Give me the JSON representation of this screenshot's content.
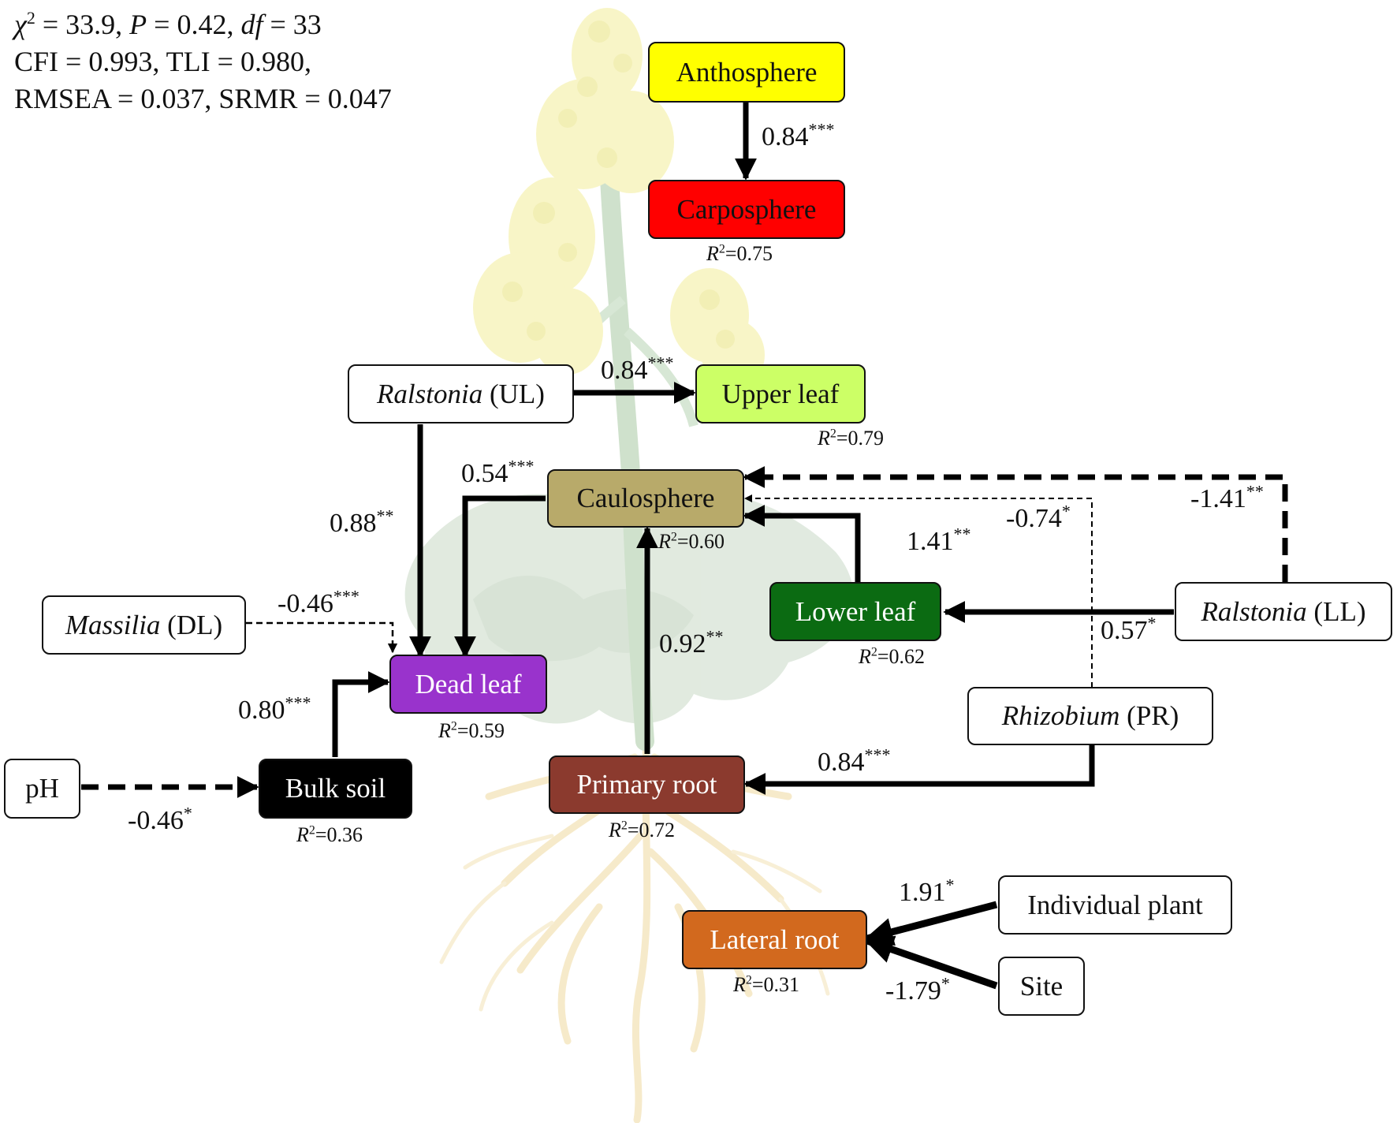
{
  "fit_stats": {
    "chi": "χ",
    "chi_sup": "2",
    "chi_val": "= 33.9,",
    "p": "P",
    "p_val": "= 0.42,",
    "df": "df",
    "df_val": "= 33",
    "line2": "CFI = 0.993, TLI = 0.980,",
    "line3": "RMSEA = 0.037, SRMR = 0.047"
  },
  "colors": {
    "anthosphere": "#ffff00",
    "carposphere": "#ff0000",
    "upper_leaf": "#ccff66",
    "caulosphere": "#b8aa6a",
    "lower_leaf": "#0b6b12",
    "dead_leaf": "#9933cc",
    "bulk_soil": "#000000",
    "primary_root": "#8b3a2e",
    "lateral_root": "#d2691e",
    "predictor": "#ffffff"
  },
  "nodes": {
    "anthosphere": "Anthosphere",
    "carposphere": "Carposphere",
    "ralstonia_ul_italic": "Ralstonia",
    "ralstonia_ul_rest": " (UL)",
    "upper_leaf": "Upper leaf",
    "caulosphere": "Caulosphere",
    "massilia_italic": "Massilia",
    "massilia_rest": " (DL)",
    "lower_leaf": "Lower leaf",
    "ralstonia_ll_italic": "Ralstonia",
    "ralstonia_ll_rest": " (LL)",
    "dead_leaf": "Dead leaf",
    "rhizobium_italic": "Rhizobium",
    "rhizobium_rest": " (PR)",
    "ph": "pH",
    "bulk_soil": "Bulk soil",
    "primary_root": "Primary root",
    "individual_plant": "Individual plant",
    "lateral_root": "Lateral root",
    "site": "Site"
  },
  "r2": {
    "label": "R",
    "sup": "2",
    "carposphere": "=0.75",
    "upper_leaf": "=0.79",
    "caulosphere": "=0.60",
    "lower_leaf": "=0.62",
    "dead_leaf": "=0.59",
    "bulk_soil": "=0.36",
    "primary_root": "=0.72",
    "lateral_root": "=0.31"
  },
  "paths": {
    "antho_carpo": {
      "value": "0.84",
      "sig": "***"
    },
    "ralul_upper": {
      "value": "0.84",
      "sig": "***"
    },
    "ralul_dead": {
      "value": "0.88",
      "sig": "**"
    },
    "caulo_dead": {
      "value": "0.54",
      "sig": "***"
    },
    "massilia_dead": {
      "value": "-0.46",
      "sig": "***"
    },
    "rhizo_caulo": {
      "value": "-0.74",
      "sig": "*"
    },
    "ralll_caulo": {
      "value": "-1.41",
      "sig": "**"
    },
    "lower_caulo": {
      "value": "1.41",
      "sig": "**"
    },
    "ralll_lower": {
      "value": "0.57",
      "sig": "*"
    },
    "primary_caulo": {
      "value": "0.92",
      "sig": "**"
    },
    "bulk_dead": {
      "value": "0.80",
      "sig": "***"
    },
    "ph_bulk": {
      "value": "-0.46",
      "sig": "*"
    },
    "rhizo_primary": {
      "value": "0.84",
      "sig": "***"
    },
    "indiv_lateral": {
      "value": "1.91",
      "sig": "*"
    },
    "site_lateral": {
      "value": "-1.79",
      "sig": "*"
    }
  }
}
